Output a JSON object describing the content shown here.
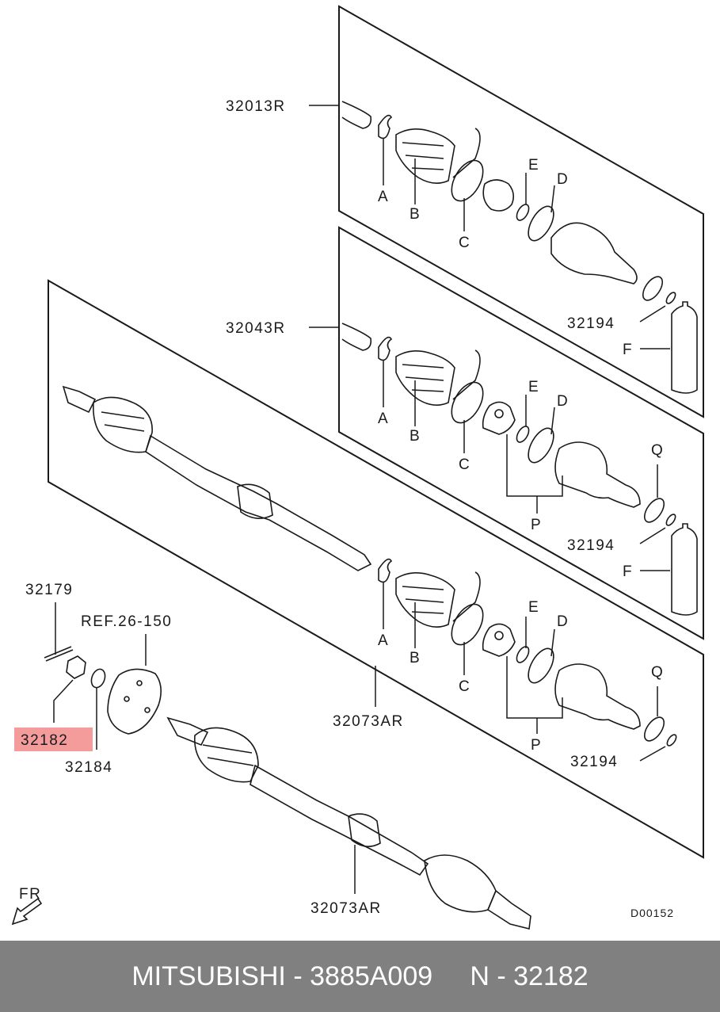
{
  "labels": {
    "upper_assembly": "32013R",
    "middle_assembly": "32043R",
    "a1": "A",
    "b1": "B",
    "c1": "C",
    "d1": "D",
    "e1": "E",
    "a2": "A",
    "b2": "B",
    "c2": "C",
    "d2": "D",
    "e2": "E",
    "f2": "F",
    "p2": "P",
    "q2": "Q",
    "a3": "A",
    "b3": "B",
    "c3": "C",
    "d3": "D",
    "e3": "E",
    "p3": "P",
    "q3": "Q",
    "f1": "F",
    "snap1": "32194",
    "snap2": "32194",
    "snap3": "32194",
    "cotter_pin": "32179",
    "ref": "REF.26-150",
    "nut": "32182",
    "washer": "32184",
    "shaft_panel": "32073AR",
    "shaft_bottom": "32073AR",
    "fr": "FR",
    "drawing_code": "D00152"
  },
  "highlight": {
    "part": "32182",
    "color": "#f28b8b"
  },
  "footer": {
    "text": "MITSUBISHI - 3885A009     N - 32182"
  },
  "colors": {
    "line": "#1a1a1a",
    "footer_bg": "#808080",
    "footer_text": "#ffffff"
  }
}
